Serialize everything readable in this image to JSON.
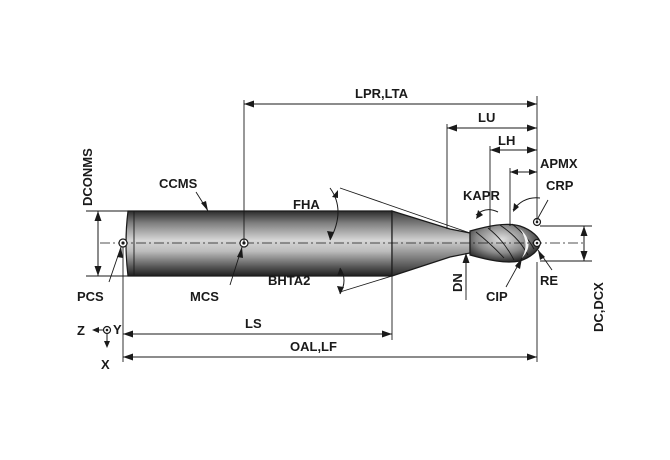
{
  "labels": {
    "lpr_lta": "LPR,LTA",
    "lu": "LU",
    "lh": "LH",
    "apmx": "APMX",
    "crp": "CRP",
    "kapr": "KAPR",
    "dconms": "DCONMS",
    "ccms": "CCMS",
    "fha": "FHA",
    "bhta2": "BHTA2",
    "pcs": "PCS",
    "mcs": "MCS",
    "dn": "DN",
    "cip": "CIP",
    "re": "RE",
    "dc_dcx": "DC,DCX",
    "ls": "LS",
    "oal_lf": "OAL,LF",
    "axis_z": "Z",
    "axis_y": "Y",
    "axis_x": "X"
  },
  "colors": {
    "line": "#1a1a1a",
    "shank_light": "#d6d6d6",
    "shank_mid": "#7d7d7d",
    "shank_dark": "#2a2a2a",
    "background": "#ffffff"
  }
}
